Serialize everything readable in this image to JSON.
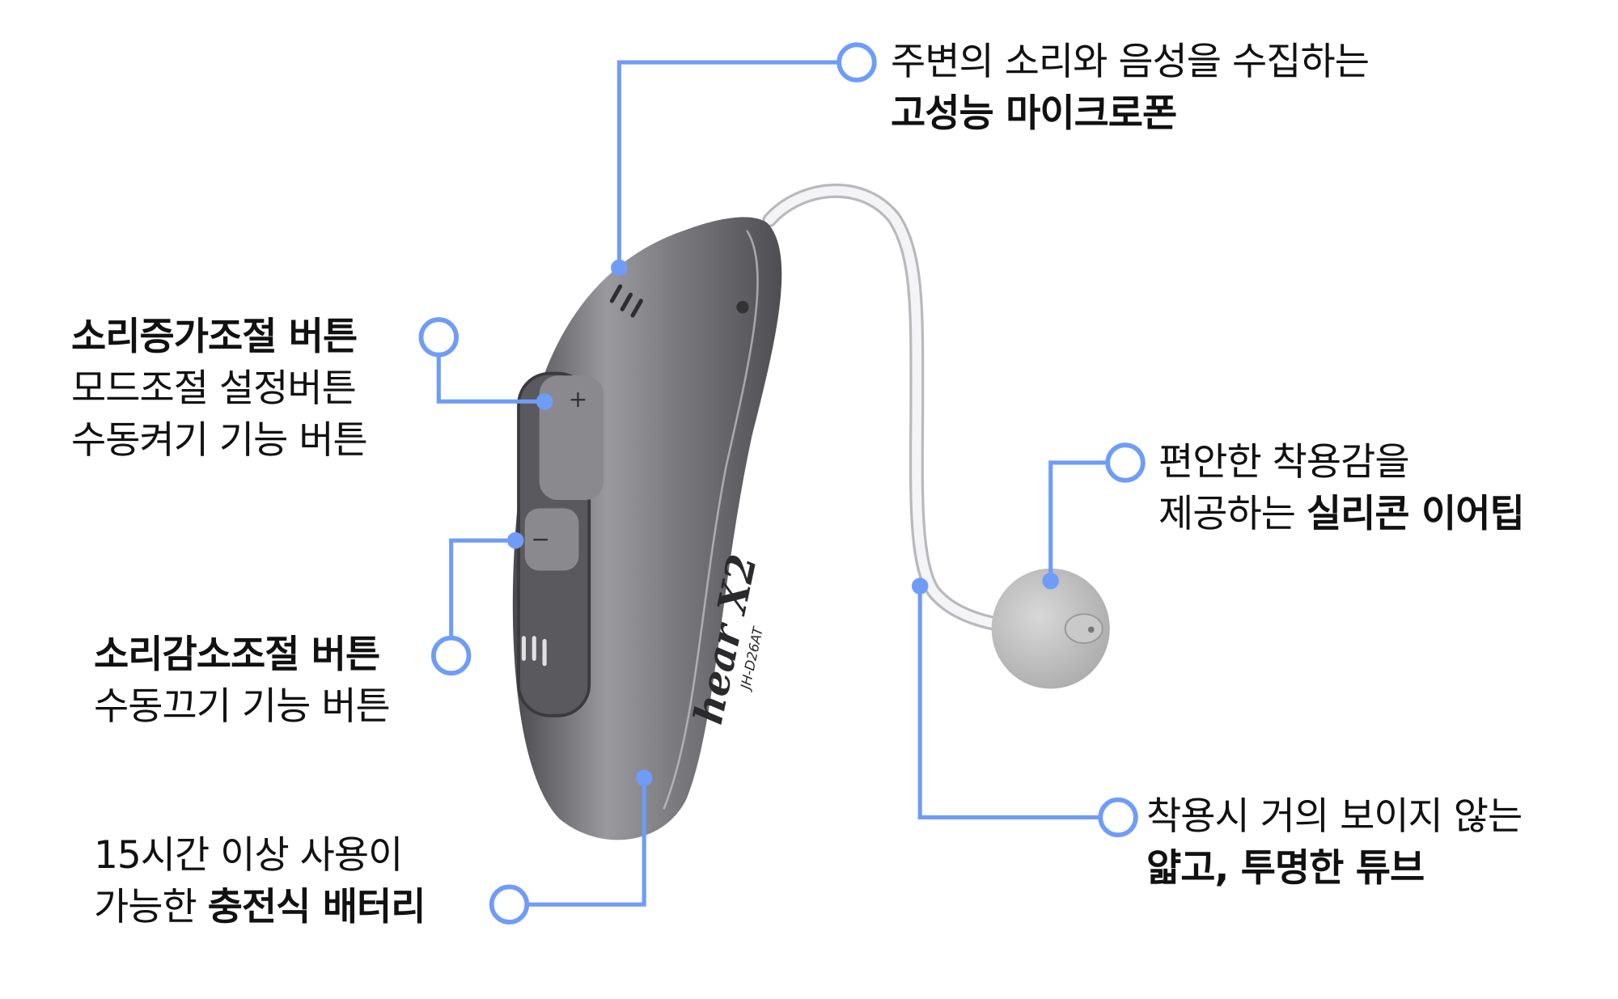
{
  "accent_color": "#6f9cf7",
  "product": {
    "brand": "hear X2",
    "model": "JH-D26AT"
  },
  "callouts": {
    "microphone": {
      "line1": "주변의 소리와 음성을 수집하는",
      "line2_bold": "고성능 마이크로폰"
    },
    "volume_up": {
      "line1_bold": "소리증가조절 버튼",
      "line2": "모드조절 설정버튼",
      "line3": "수동켜기 기능 버튼"
    },
    "volume_down": {
      "line1_bold": "소리감소조절 버튼",
      "line2": "수동끄기 기능 버튼"
    },
    "battery": {
      "line1": "15시간 이상 사용이",
      "line2_prefix": "가능한 ",
      "line2_bold": "충전식 배터리"
    },
    "eartip": {
      "line1": "편안한 착용감을",
      "line2_prefix": "제공하는 ",
      "line2_bold": "실리콘 이어팁"
    },
    "tube": {
      "line1": "착용시 거의 보이지 않는",
      "line2_bold": "얇고, 투명한 튜브"
    }
  }
}
